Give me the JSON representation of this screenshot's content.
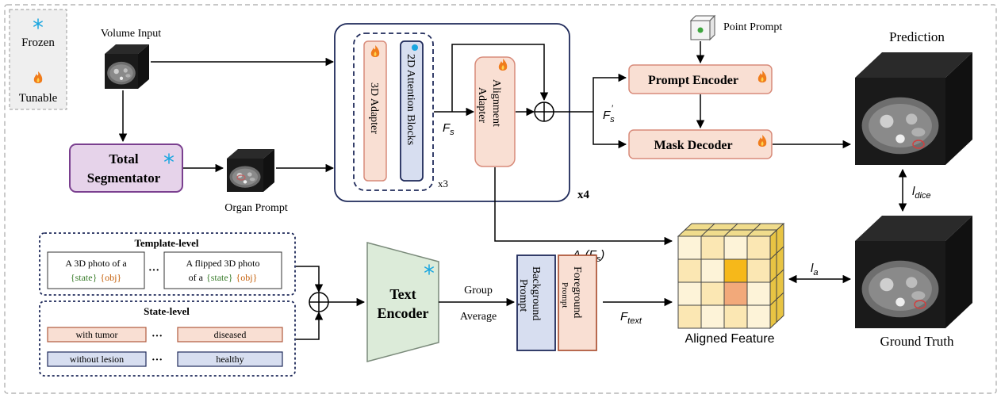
{
  "legend": {
    "frozen": "Frozen",
    "tunable": "Tunable"
  },
  "inputs": {
    "volume_input": "Volume Input",
    "organ_prompt": "Organ Prompt",
    "point_prompt": "Point Prompt"
  },
  "total_segmentator": {
    "line1": "Total",
    "line2": "Segmentator"
  },
  "encoder_block": {
    "adapter_3d": "3D Adapter",
    "attention_2d": "2D Attention Blocks",
    "repeat_inner": "x3",
    "repeat_outer": "x4",
    "alignment_line1": "Alignment",
    "alignment_line2": "Adapter"
  },
  "symbols": {
    "fs": "F",
    "fs_sub": "s",
    "fs_prime": "F",
    "fs_prime_sub": "s",
    "fs_prime_sup": "′",
    "as_fs": "A",
    "as_sub": "s",
    "as_arg": "(F",
    "as_arg_sub": "s",
    "as_close": ")",
    "ftext": "F",
    "ftext_sub": "text",
    "ldice": "l",
    "ldice_sub": "dice",
    "la": "l",
    "la_sub": "a"
  },
  "prompt_encoder": "Prompt Encoder",
  "mask_decoder": "Mask Decoder",
  "prediction": "Prediction",
  "ground_truth": "Ground Truth",
  "aligned_feature": "Aligned Feature",
  "template_level": {
    "title": "Template-level",
    "box1_line1": "A 3D photo of a",
    "box2_line1": "A flipped 3D photo",
    "box2_line2_prefix": "of a",
    "state": "{state}",
    "obj": "{obj}",
    "dots": "···"
  },
  "state_level": {
    "title": "State-level",
    "with_tumor": "with tumor",
    "diseased": "diseased",
    "without_lesion": "without lesion",
    "healthy": "healthy",
    "dots": "···"
  },
  "text_encoder": {
    "line1": "Text",
    "line2": "Encoder"
  },
  "group_average": {
    "line1": "Group",
    "line2": "Average"
  },
  "background_prompt": {
    "line1": "Background",
    "line2": "Prompt"
  },
  "foreground_prompt": {
    "line1": "Foreground",
    "line2": "Prompt"
  },
  "colors": {
    "peach_fill": "#f9dfd3",
    "peach_stroke": "#d88b7a",
    "purple_fill": "#e6d3ea",
    "purple_stroke": "#7a3f8f",
    "navy": "#1f2a5a",
    "blue_fill": "#d7def0",
    "state_green": "#3a7d2c",
    "obj_orange": "#c5600a",
    "flame": "#f07c1b",
    "snow": "#19a6e0"
  }
}
